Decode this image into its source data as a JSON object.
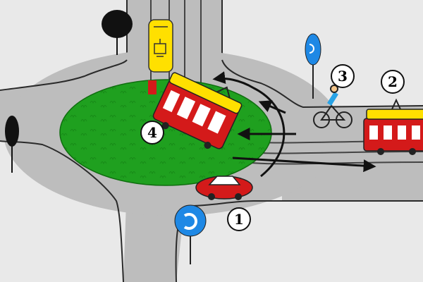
{
  "scene": {
    "markers": [
      {
        "id": "car",
        "text": "1"
      },
      {
        "id": "right-tram",
        "text": "2"
      },
      {
        "id": "cyclist",
        "text": "3"
      },
      {
        "id": "central-tram",
        "text": "4"
      }
    ],
    "colors": {
      "background": "#e9e9e9",
      "road": "#bdbdbd",
      "road_edge": "#2a2a2a",
      "island": "#1fa01f",
      "tram_red": "#d41a1a",
      "tram_yellow": "#ffe000",
      "sign_blue": "#1e88e5",
      "cyclist_blue": "#29a3e6",
      "arrow": "#111111"
    },
    "icons": [
      "roundabout-sign-icon",
      "tram-stop-sign-icon",
      "tree-icon"
    ]
  }
}
